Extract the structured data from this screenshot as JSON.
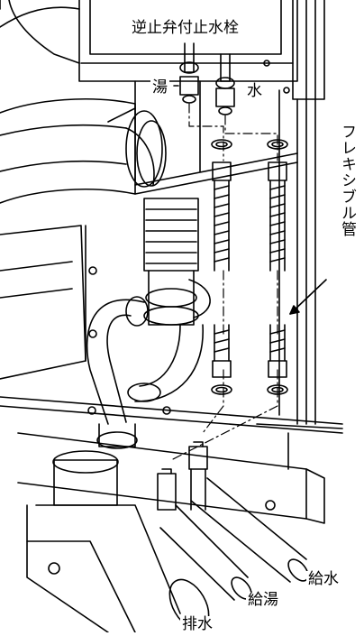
{
  "labels": {
    "check_valve_stopcock": "逆止弁付止水栓",
    "hot": "湯",
    "water": "水",
    "flexible_pipe": "フレキシブル管",
    "water_supply": "給水",
    "hot_supply": "給湯",
    "drain": "排水"
  },
  "colors": {
    "line": "#000000",
    "background": "#ffffff",
    "fill_gray": "#d9d9d9"
  }
}
